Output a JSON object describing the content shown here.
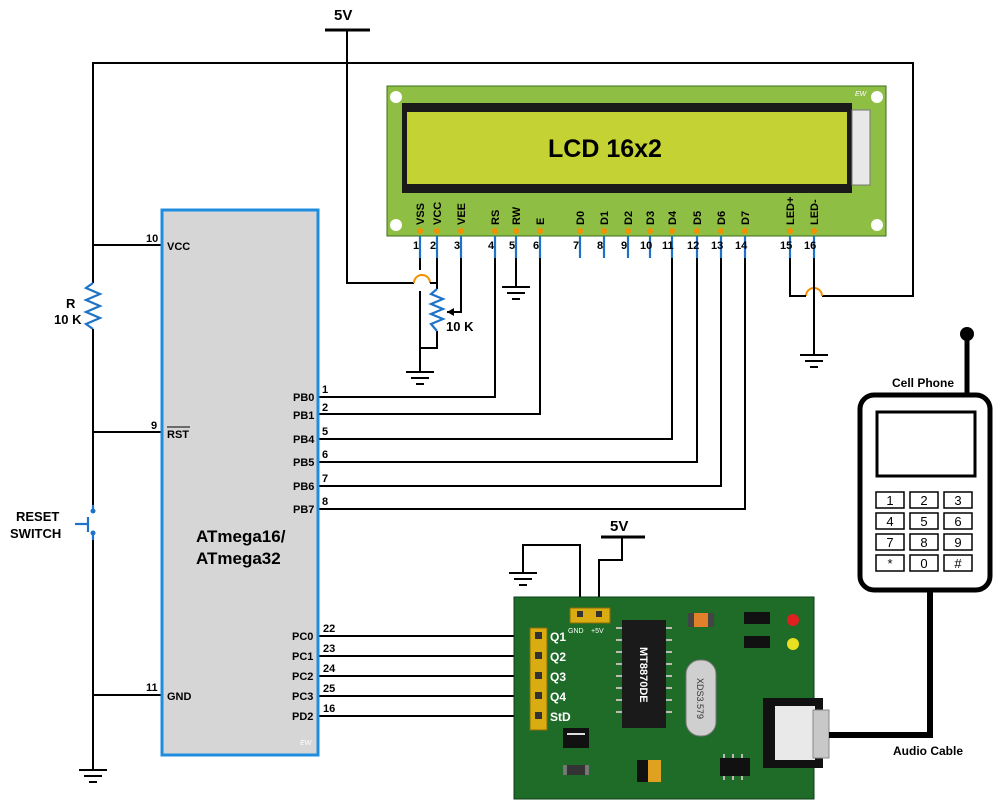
{
  "power": {
    "top_5v": "5V",
    "module_5v": "5V"
  },
  "lcd": {
    "title": "LCD 16x2",
    "brand": "EW",
    "pin_names": [
      "VSS",
      "VCC",
      "VEE",
      "RS",
      "RW",
      "E",
      "D0",
      "D1",
      "D2",
      "D3",
      "D4",
      "D5",
      "D6",
      "D7",
      "LED+",
      "LED-"
    ],
    "pin_numbers": [
      "1",
      "2",
      "3",
      "4",
      "5",
      "6",
      "7",
      "8",
      "9",
      "10",
      "11",
      "12",
      "13",
      "14",
      "15",
      "16"
    ]
  },
  "pot": {
    "value": "10 K"
  },
  "resistor": {
    "name": "R",
    "value": "10 K"
  },
  "reset": {
    "line1": "RESET",
    "line2": "SWITCH"
  },
  "mcu": {
    "name_line1": "ATmega16/",
    "name_line2": "ATmega32",
    "brand": "EW",
    "left_pins": [
      {
        "num": "10",
        "name": "VCC"
      },
      {
        "num": "9",
        "name": "RST"
      },
      {
        "num": "11",
        "name": "GND"
      }
    ],
    "right_pins": [
      {
        "name": "PB0",
        "num": "1"
      },
      {
        "name": "PB1",
        "num": "2"
      },
      {
        "name": "PB4",
        "num": "5"
      },
      {
        "name": "PB5",
        "num": "6"
      },
      {
        "name": "PB6",
        "num": "7"
      },
      {
        "name": "PB7",
        "num": "8"
      },
      {
        "name": "PC0",
        "num": "22"
      },
      {
        "name": "PC1",
        "num": "23"
      },
      {
        "name": "PC2",
        "num": "24"
      },
      {
        "name": "PC3",
        "num": "25"
      },
      {
        "name": "PD2",
        "num": "16"
      }
    ]
  },
  "dtmf": {
    "chip": "MT8870DE",
    "crystal": "XDS3.579",
    "gnd": "GND",
    "vcc": "+5V",
    "outputs": [
      "Q1",
      "Q2",
      "Q3",
      "Q4",
      "StD"
    ]
  },
  "phone": {
    "title": "Cell Phone",
    "keys": [
      "1",
      "2",
      "3",
      "4",
      "5",
      "6",
      "7",
      "8",
      "9",
      "*",
      "0",
      "#"
    ],
    "cable": "Audio Cable"
  }
}
